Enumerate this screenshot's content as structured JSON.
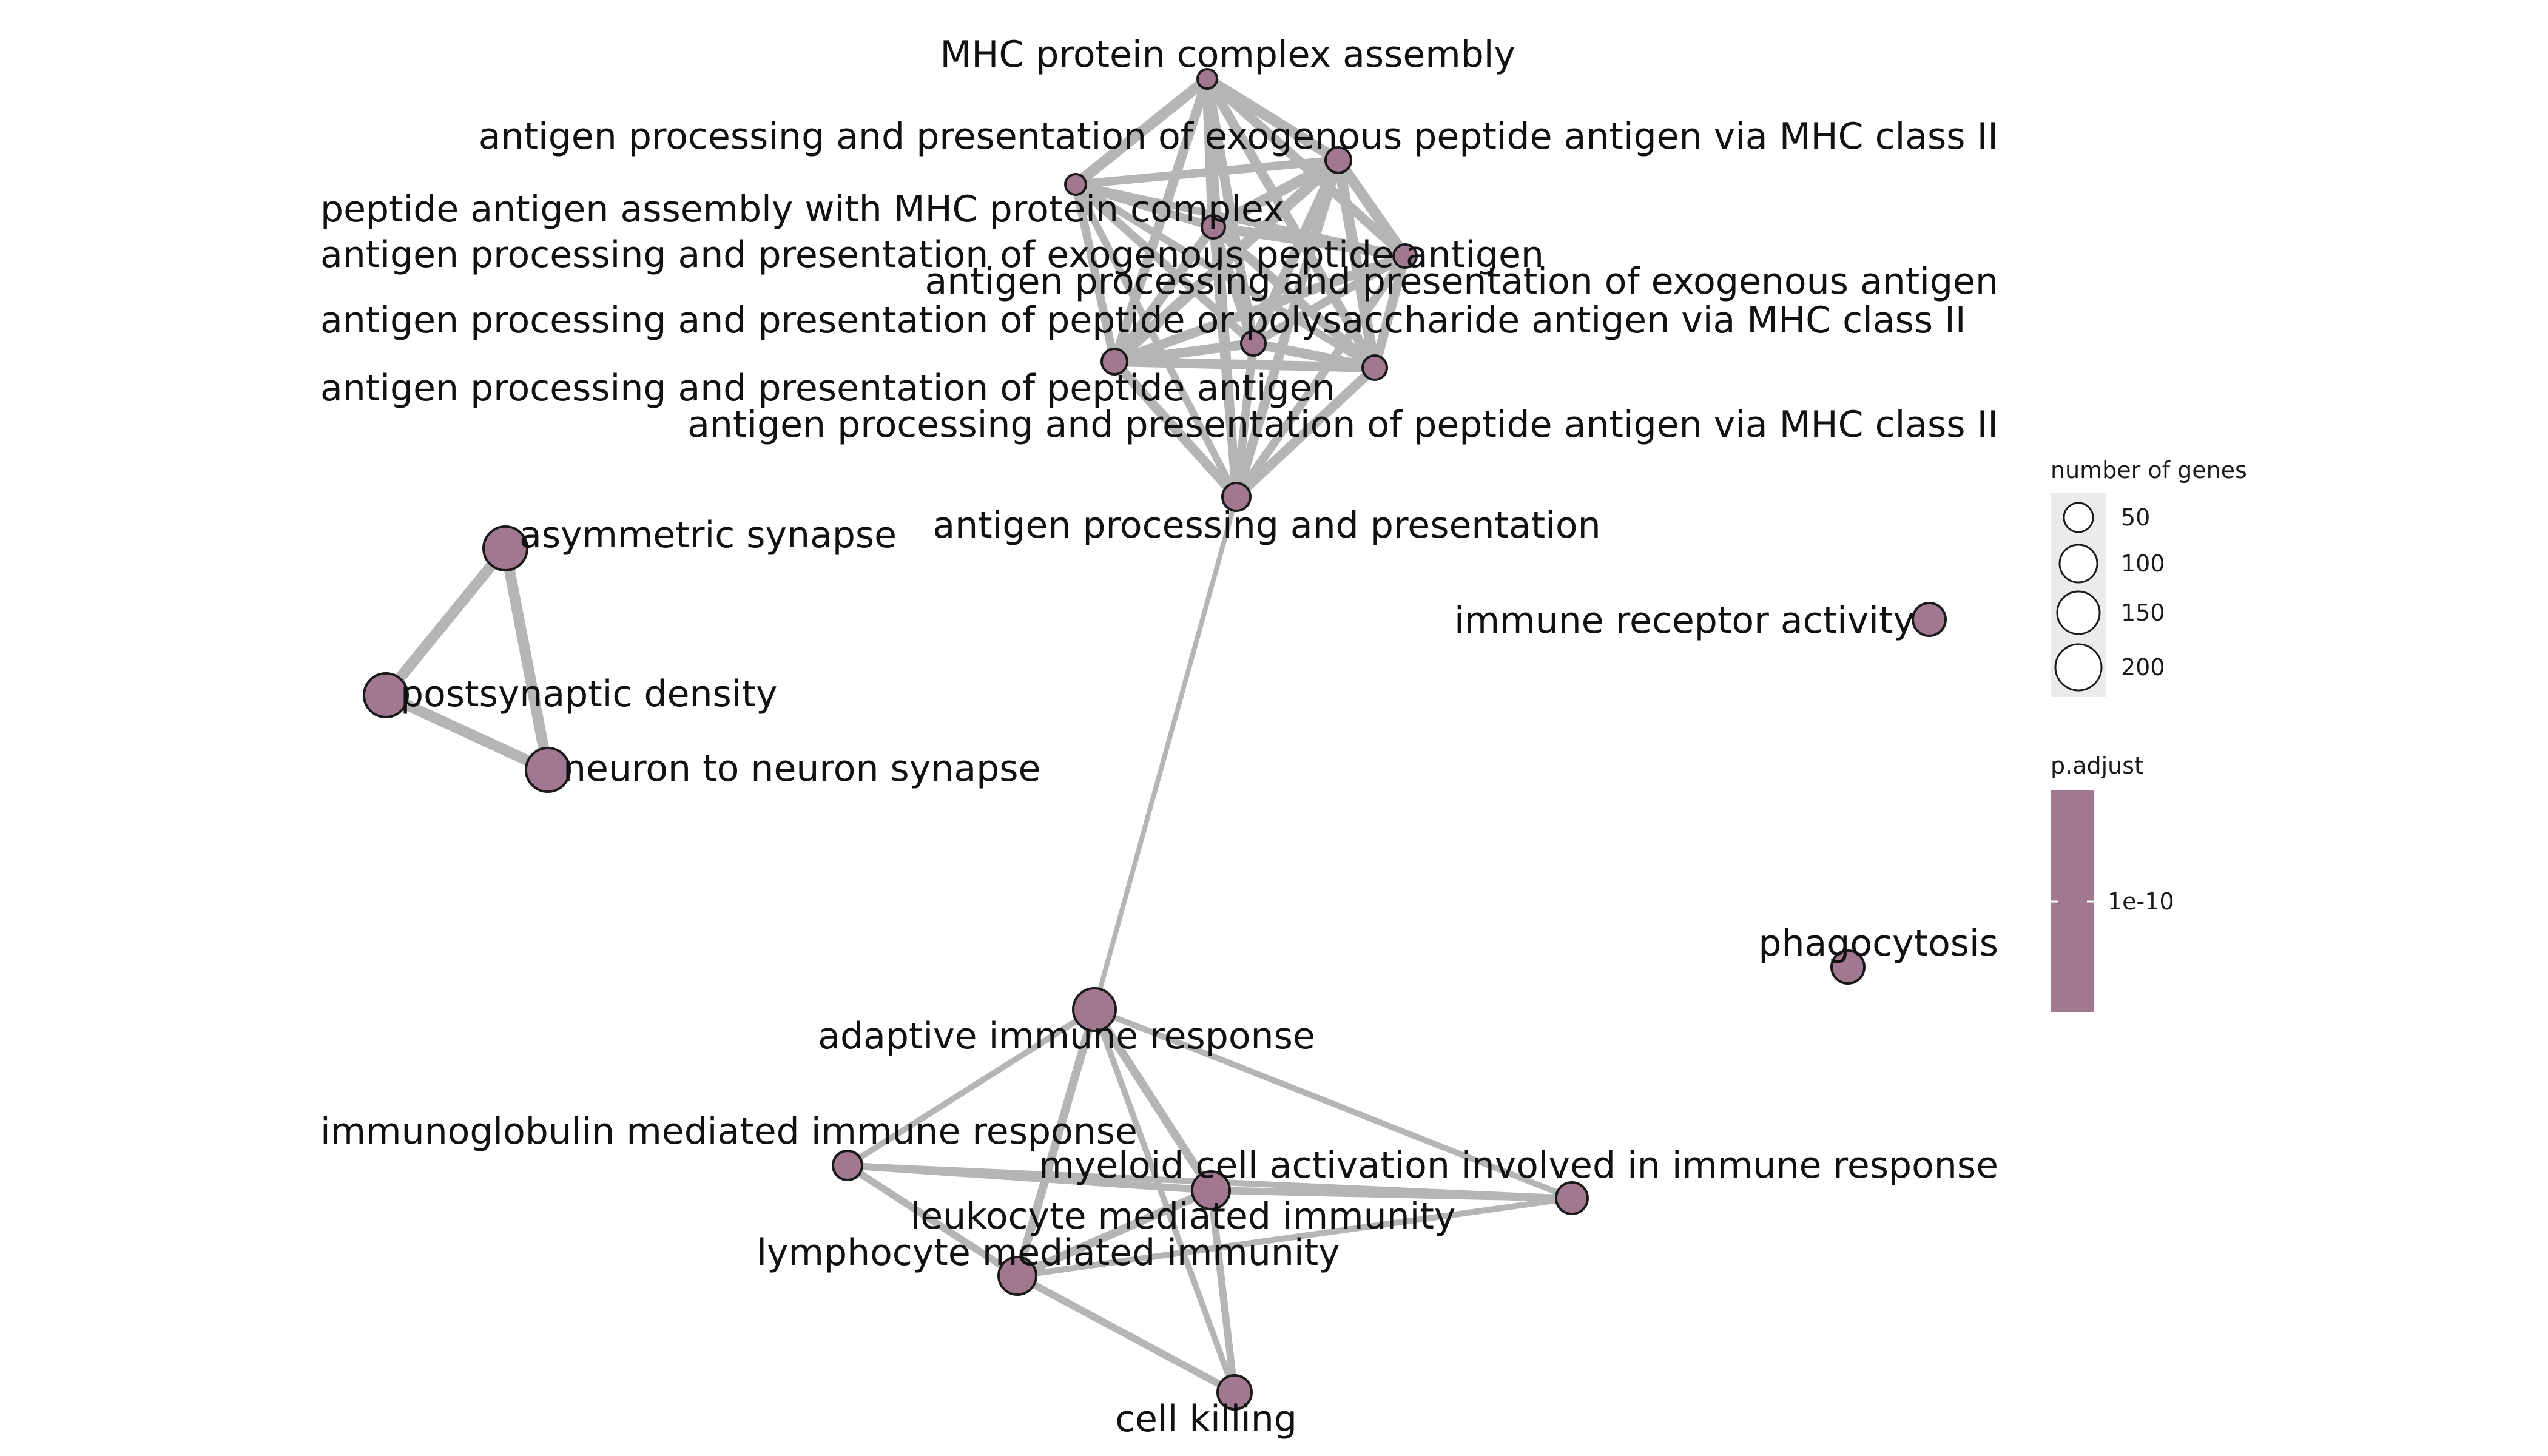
{
  "node_fill": "#a27890",
  "edge_color": "#b5b5b5",
  "nodes": [
    {
      "id": "mhc_assembly",
      "label": "MHC protein complex assembly"
    },
    {
      "id": "app_exo_mhc2",
      "label": "antigen processing and presentation of exogenous peptide antigen via MHC class II"
    },
    {
      "id": "pep_assembly",
      "label": "peptide antigen assembly with MHC protein complex"
    },
    {
      "id": "app_exo_pep",
      "label": "antigen processing and presentation of exogenous peptide antigen"
    },
    {
      "id": "app_exo",
      "label": "antigen processing and presentation of exogenous antigen"
    },
    {
      "id": "app_pep_poly",
      "label": "antigen processing and presentation of peptide or polysaccharide antigen via MHC class II"
    },
    {
      "id": "app_pep",
      "label": "antigen processing and presentation of peptide antigen"
    },
    {
      "id": "app_pep_mhc2",
      "label": "antigen processing and presentation of peptide antigen via MHC class II"
    },
    {
      "id": "app",
      "label": "antigen processing and presentation"
    },
    {
      "id": "asym",
      "label": "asymmetric synapse"
    },
    {
      "id": "postsyn",
      "label": "postsynaptic density"
    },
    {
      "id": "n2n",
      "label": "neuron to neuron synapse"
    },
    {
      "id": "immrec",
      "label": "immune receptor activity"
    },
    {
      "id": "phago",
      "label": "phagocytosis"
    },
    {
      "id": "adaptive",
      "label": "adaptive immune response"
    },
    {
      "id": "igmed",
      "label": "immunoglobulin mediated immune response"
    },
    {
      "id": "myeloid",
      "label": "myeloid cell activation involved in immune response"
    },
    {
      "id": "leuko",
      "label": "leukocyte mediated immunity"
    },
    {
      "id": "lympho",
      "label": "lymphocyte mediated immunity"
    },
    {
      "id": "killing",
      "label": "cell killing"
    }
  ],
  "legend": {
    "size_title": "number of genes",
    "size_entries": [
      "50",
      "100",
      "150",
      "200"
    ],
    "color_title": "p.adjust",
    "color_ticks": [
      "1e-10"
    ]
  }
}
